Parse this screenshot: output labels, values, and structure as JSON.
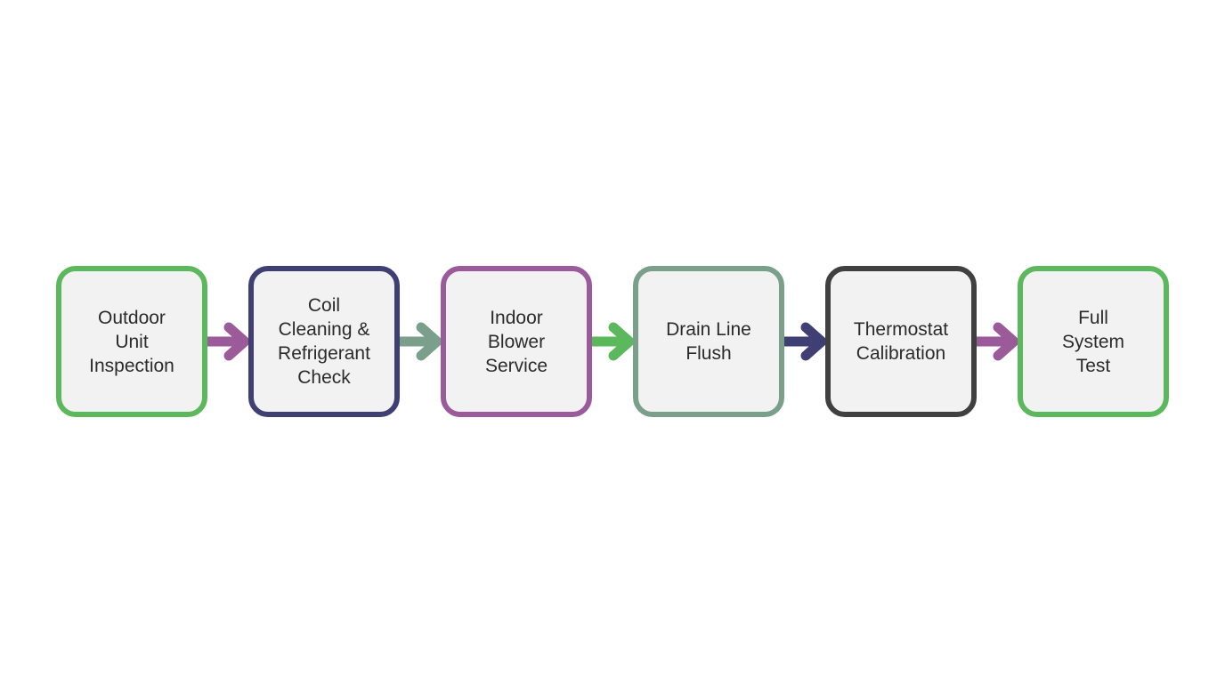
{
  "diagram": {
    "steps": [
      {
        "label": "Outdoor\nUnit\nInspection",
        "color": "#5cb85c"
      },
      {
        "label": "Coil\nCleaning &\nRefrigerant\nCheck",
        "color": "#3f3f73"
      },
      {
        "label": "Indoor\nBlower\nService",
        "color": "#9b5b9b"
      },
      {
        "label": "Drain Line\nFlush",
        "color": "#7aa08c"
      },
      {
        "label": "Thermostat\nCalibration",
        "color": "#404040"
      },
      {
        "label": "Full\nSystem\nTest",
        "color": "#5cb85c"
      }
    ],
    "arrows": [
      {
        "color": "#9b5b9b"
      },
      {
        "color": "#7aa08c"
      },
      {
        "color": "#5cb85c"
      },
      {
        "color": "#3f3f73"
      },
      {
        "color": "#9b5b9b"
      }
    ],
    "step_background": "#f2f2f2",
    "text_color": "#2b2b2b"
  }
}
